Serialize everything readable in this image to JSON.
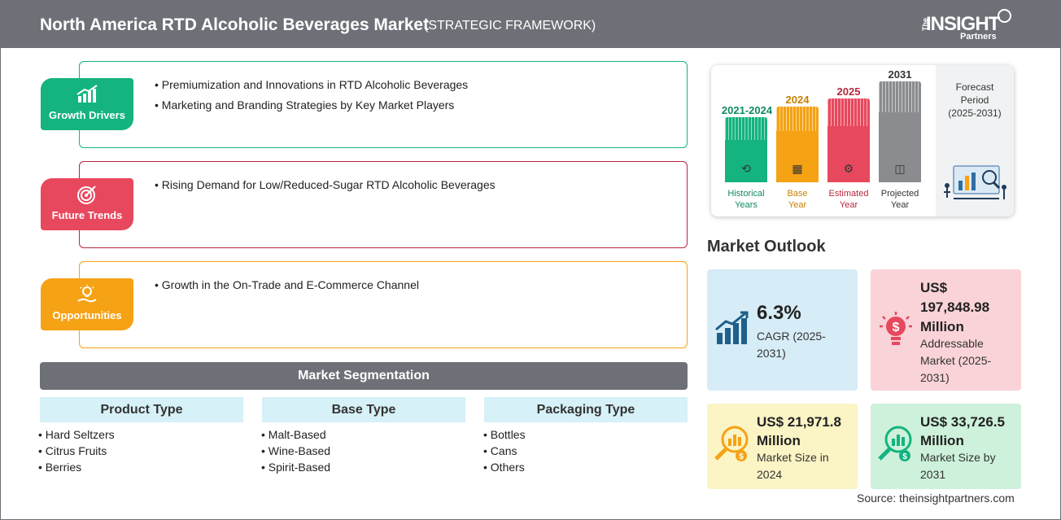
{
  "header": {
    "title": "North America RTD Alcoholic Beverages Market",
    "subtitle": "(STRATEGIC FRAMEWORK)",
    "logo_the": "The",
    "logo_insight": "INSIGHT",
    "logo_partners": "Partners"
  },
  "framework": [
    {
      "label": "Growth Drivers",
      "color": "#14b380",
      "icon": "chart-growth-icon",
      "items": [
        "Premiumization and Innovations in RTD Alcoholic Beverages",
        "Marketing and Branding Strategies by Key Market Players"
      ]
    },
    {
      "label": "Future Trends",
      "color": "#e8485d",
      "icon": "target-icon",
      "items": [
        "Rising Demand for Low/Reduced-Sugar RTD Alcoholic Beverages"
      ]
    },
    {
      "label": "Opportunities",
      "color": "#f5a214",
      "icon": "idea-hand-icon",
      "items": [
        "Growth in the On-Trade and E-Commerce Channel"
      ]
    }
  ],
  "segmentation": {
    "title": "Market Segmentation",
    "columns": [
      {
        "heading": "Product Type",
        "items": [
          "Hard Seltzers",
          "Citrus Fruits",
          "Berries"
        ]
      },
      {
        "heading": "Base Type",
        "items": [
          "Malt-Based",
          "Wine-Based",
          "Spirit-Based"
        ]
      },
      {
        "heading": "Packaging Type",
        "items": [
          "Bottles",
          "Cans",
          "Others"
        ]
      }
    ]
  },
  "timeline": {
    "periods": [
      {
        "year": "2021-2024",
        "label1": "Historical",
        "label2": "Years",
        "color": "#14b380",
        "text_color": "#0f8a62",
        "icon": "history-icon"
      },
      {
        "year": "2024",
        "label1": "Base",
        "label2": "Year",
        "color": "#f5a214",
        "text_color": "#c77f00",
        "icon": "calendar-icon"
      },
      {
        "year": "2025",
        "label1": "Estimated",
        "label2": "Year",
        "color": "#e8485d",
        "text_color": "#b8283c",
        "icon": "estimate-icon"
      },
      {
        "year": "2031",
        "label1": "Projected",
        "label2": "Year",
        "color": "#8a8c8f",
        "text_color": "#333333",
        "icon": "projection-icon"
      }
    ],
    "forecast_line1": "Forecast",
    "forecast_line2": "Period",
    "forecast_line3": "(2025-2031)"
  },
  "outlook": {
    "title": "Market Outlook",
    "cards": [
      {
        "value": "6.3%",
        "desc": [
          "CAGR (2025-",
          "2031)"
        ],
        "bg": "#d6ecf7",
        "icon": "growth-chart-icon",
        "icon_color": "#1f5f8b"
      },
      {
        "value": [
          "US$",
          "197,848.98",
          "Million"
        ],
        "desc": [
          "Addressable",
          "Market (2025-",
          "2031)"
        ],
        "bg": "#f9d3d8",
        "icon": "dollar-bulb-icon",
        "icon_color": "#e8485d"
      },
      {
        "value": [
          "US$ 21,971.8",
          "Million"
        ],
        "desc": [
          "Market Size in",
          "2024"
        ],
        "bg": "#fbf4c5",
        "icon": "money-search-icon",
        "icon_color": "#f5a214"
      },
      {
        "value": [
          "US$ 33,726.5",
          "Million"
        ],
        "desc": [
          "Market Size by",
          "2031"
        ],
        "bg": "#cdf1da",
        "icon": "money-search-icon",
        "icon_color": "#14b380"
      }
    ]
  },
  "source": "Source: theinsightpartners.com"
}
